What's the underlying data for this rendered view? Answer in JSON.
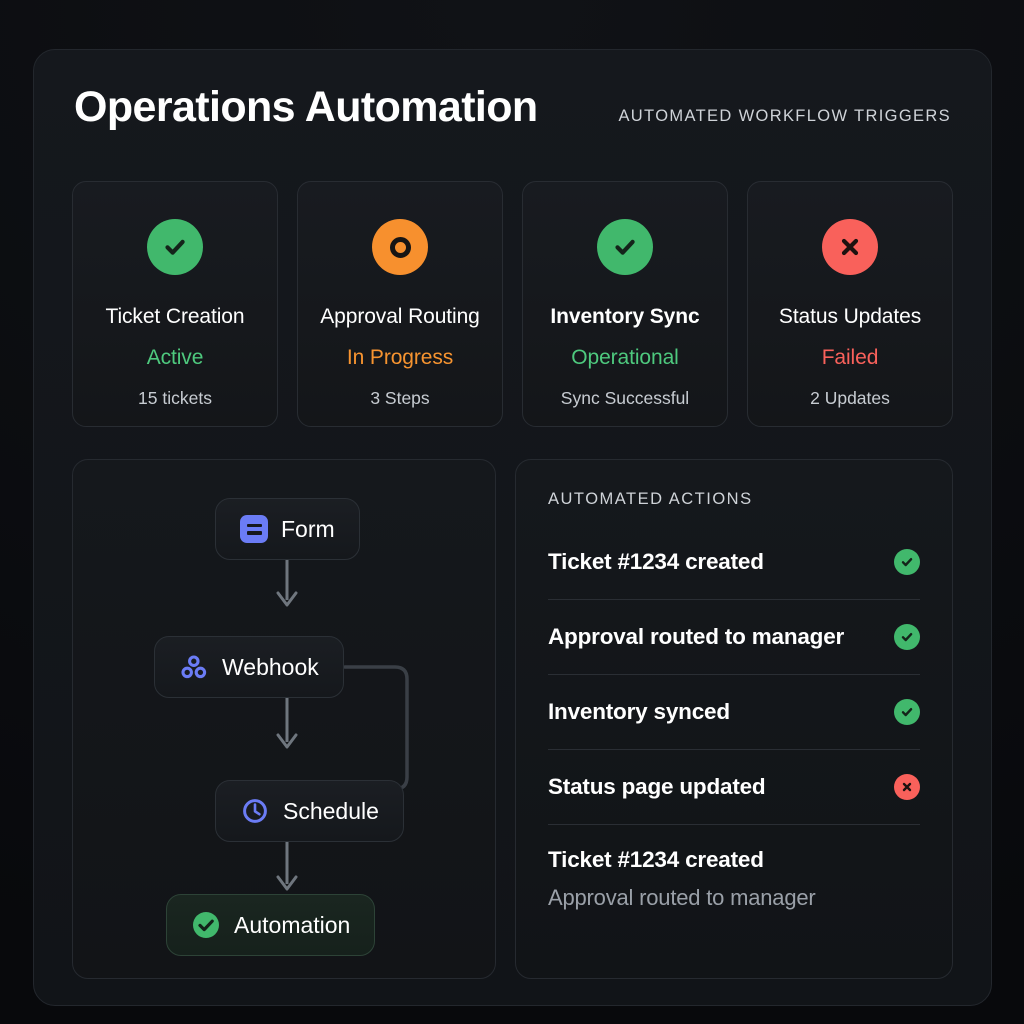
{
  "header": {
    "title": "Operations Automation",
    "eyebrow": "AUTOMATED WORKFLOW TRIGGERS"
  },
  "colors": {
    "green": "#41b86c",
    "orange": "#f7902e",
    "red": "#f9615b",
    "blue": "#6b7cf5",
    "background": "#0a0b0e",
    "panel": "#15181c"
  },
  "status_cards": [
    {
      "icon": "check-circle-icon",
      "icon_color": "#41b86c",
      "title": "Ticket Creation",
      "status": "Active",
      "status_color": "#4ec97e",
      "meta": "15 tickets"
    },
    {
      "icon": "in-progress-icon",
      "icon_color": "#f7902e",
      "title": "Approval Routing",
      "status": "In Progress",
      "status_color": "#f79430",
      "meta": "3 Steps"
    },
    {
      "icon": "check-circle-icon",
      "icon_color": "#41b86c",
      "title": "Inventory Sync",
      "status": "Operational",
      "status_color": "#4ec97e",
      "meta": "Sync Successful"
    },
    {
      "icon": "x-circle-icon",
      "icon_color": "#f9615b",
      "title": "Status Updates",
      "status": "Failed",
      "status_color": "#f9615b",
      "meta": "2 Updates"
    }
  ],
  "flow": {
    "nodes": [
      {
        "label": "Form",
        "icon": "form-icon"
      },
      {
        "label": "Webhook",
        "icon": "webhook-icon"
      },
      {
        "label": "Schedule",
        "icon": "clock-icon"
      },
      {
        "label": "Automation",
        "icon": "check-circle-icon"
      }
    ]
  },
  "actions": {
    "heading": "AUTOMATED ACTIONS",
    "items": [
      {
        "text": "Ticket #1234 created",
        "status": "success"
      },
      {
        "text": "Approval routed to manager",
        "status": "success"
      },
      {
        "text": "Inventory synced",
        "status": "success"
      },
      {
        "text": "Status page updated",
        "status": "error"
      }
    ],
    "summary": {
      "primary": "Ticket #1234 created",
      "secondary": "Approval routed to manager"
    }
  }
}
